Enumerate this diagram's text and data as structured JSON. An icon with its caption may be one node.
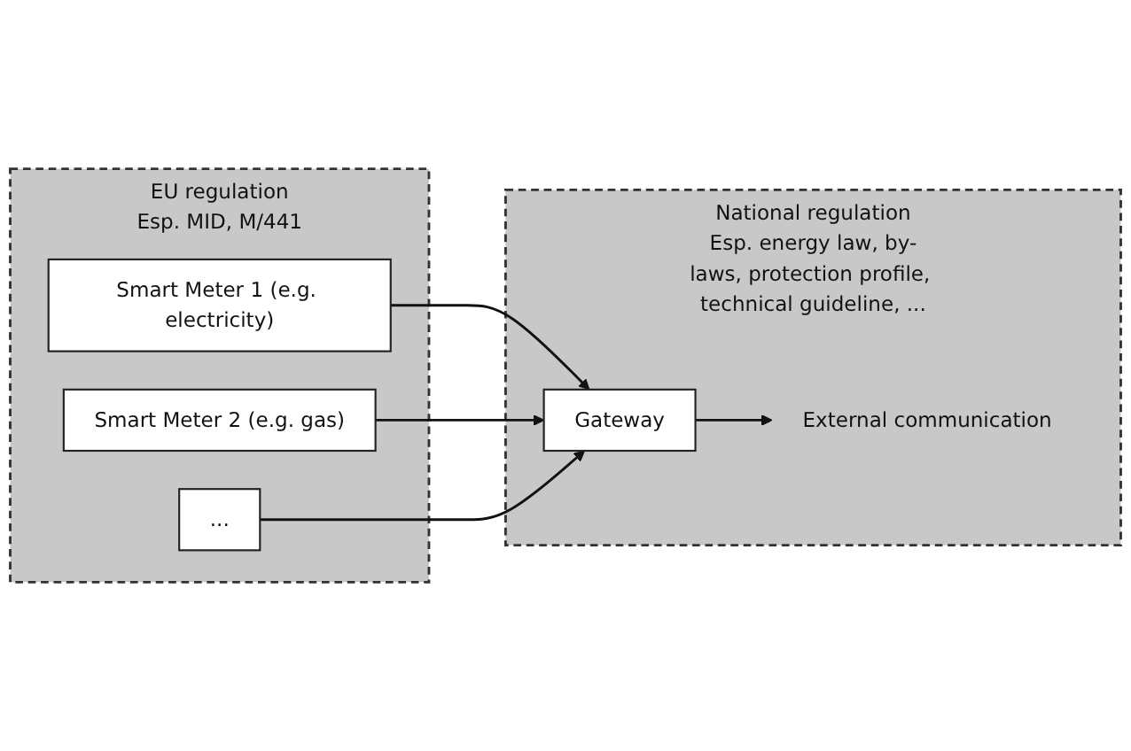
{
  "diagram": {
    "nodes": [
      {
        "text": [
          "EU regulation",
          "Esp. MID, M/441"
        ]
      },
      {
        "text": [
          "Smart Meter 1 (e.g. electricity)"
        ],
        "in": 0
      },
      {
        "text": [
          "Smart Meter 2 (e.g. gas)"
        ],
        "in": 0
      },
      {
        "text": [
          "..."
        ],
        "in": 0
      },
      {
        "text": [
          "National regulation",
          "Esp. energy law, by-laws, protection profile, technical guideline, ..."
        ]
      },
      {
        "text": [
          "Gateway"
        ],
        "in": 4
      },
      {
        "text": [
          "External communication"
        ],
        "in": 4
      }
    ],
    "edges": [
      {
        "from": 1,
        "to": 5,
        "arrow": "to"
      },
      {
        "from": 2,
        "to": 5,
        "arrow": "to"
      },
      {
        "from": 3,
        "to": 5,
        "arrow": "to"
      },
      {
        "from": 5,
        "to": 6,
        "arrow": "to"
      }
    ]
  }
}
